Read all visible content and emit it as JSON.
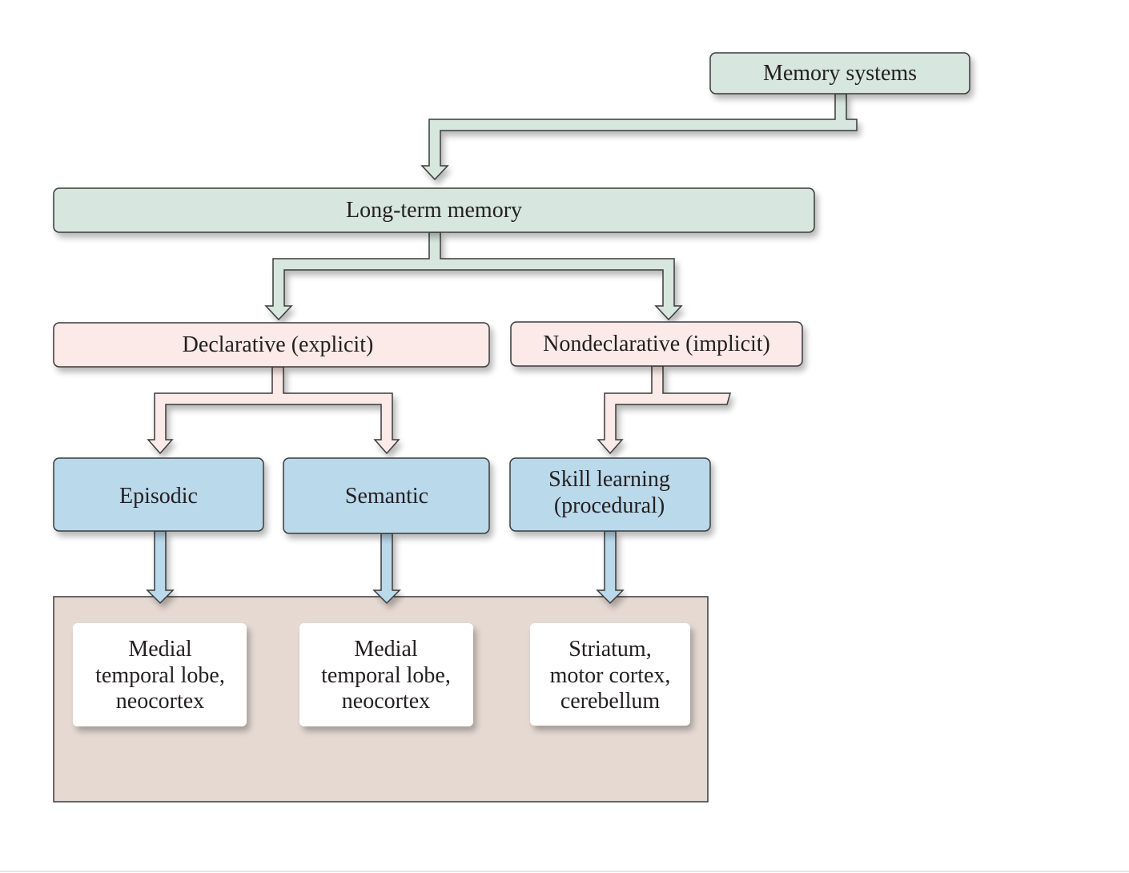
{
  "colors": {
    "green_fill": "#d7e6df",
    "pink_fill": "#fbeae8",
    "blue_fill": "#bad9eb",
    "brain_area_bg": "#e5d9d2",
    "brain_box_fill": "#ffffff",
    "stroke": "#3a3a3a"
  },
  "diagram": {
    "root": {
      "id": "memory-systems",
      "label": "Memory systems"
    },
    "long_term": {
      "id": "long-term-memory",
      "label": "Long-term memory"
    },
    "declarative": {
      "id": "declarative",
      "label": "Declarative (explicit)"
    },
    "nondeclarative": {
      "id": "nondeclarative",
      "label": "Nondeclarative (implicit)"
    },
    "episodic": {
      "id": "episodic",
      "label": "Episodic"
    },
    "semantic": {
      "id": "semantic",
      "label": "Semantic"
    },
    "skill": {
      "id": "skill-learning",
      "lines": [
        "Skill learning",
        "(procedural)"
      ]
    },
    "brain_areas": [
      {
        "id": "episodic-areas",
        "lines": [
          "Medial",
          "temporal lobe,",
          "neocortex"
        ]
      },
      {
        "id": "semantic-areas",
        "lines": [
          "Medial",
          "temporal lobe,",
          "neocortex"
        ]
      },
      {
        "id": "skill-areas",
        "lines": [
          "Striatum,",
          "motor cortex,",
          "cerebellum"
        ]
      }
    ],
    "edges": [
      {
        "from": "memory-systems",
        "to": "long-term-memory"
      },
      {
        "from": "long-term-memory",
        "to": "declarative"
      },
      {
        "from": "long-term-memory",
        "to": "nondeclarative"
      },
      {
        "from": "declarative",
        "to": "episodic"
      },
      {
        "from": "declarative",
        "to": "semantic"
      },
      {
        "from": "nondeclarative",
        "to": "skill-learning"
      },
      {
        "from": "episodic",
        "to": "episodic-areas"
      },
      {
        "from": "semantic",
        "to": "semantic-areas"
      },
      {
        "from": "skill-learning",
        "to": "skill-areas"
      }
    ]
  }
}
